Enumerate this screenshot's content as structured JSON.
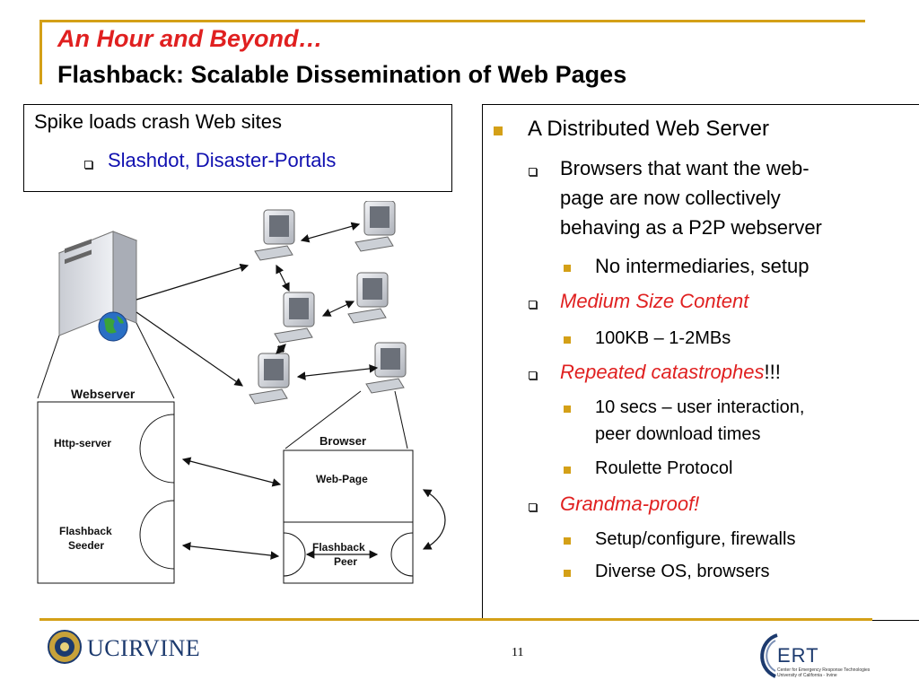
{
  "slide": {
    "title_line1": "An Hour and Beyond…",
    "title_line2": "Flashback: Scalable Dissemination of Web Pages",
    "page_number": "11"
  },
  "spike_box": {
    "heading": "Spike loads crash Web sites",
    "sub": "Slashdot, Disaster-Portals"
  },
  "right_box": {
    "main": "A Distributed Web Server",
    "b1_line1": "Browsers that want the web-",
    "b1_line2": "page are now collectively",
    "b1_line3": "behaving as a P2P webserver",
    "b1_sub1": "No intermediaries, setup",
    "b2": "Medium Size Content",
    "b2_sub1": "100KB – 1-2MBs",
    "b3": "Repeated catastrophes",
    "b3_suffix": "!!!",
    "b3_sub1_line1": "10 secs – user interaction,",
    "b3_sub1_line2": "peer download times",
    "b3_sub2": "Roulette Protocol",
    "b4": "Grandma-proof!",
    "b4_sub1": "Setup/configure, firewalls",
    "b4_sub2": "Diverse OS, browsers"
  },
  "diagram": {
    "webserver_label": "Webserver",
    "http_server": "Http-server",
    "flashback_seeder_1": "Flashback",
    "flashback_seeder_2": "Seeder",
    "browser_label": "Browser",
    "web_page": "Web-Page",
    "flashback_peer_1": "Flashback",
    "flashback_peer_2": "Peer"
  },
  "footer": {
    "uci_logo": "UCIRVINE",
    "ert_logo": "ERT",
    "ert_subtitle_1": "Center for Emergency Response Technologies",
    "ert_subtitle_2": "University of California - Irvine"
  },
  "colors": {
    "accent_gold": "#d4a017",
    "title_red": "#e02020",
    "link_blue": "#1010b0",
    "uci_blue": "#1c3a6e"
  }
}
